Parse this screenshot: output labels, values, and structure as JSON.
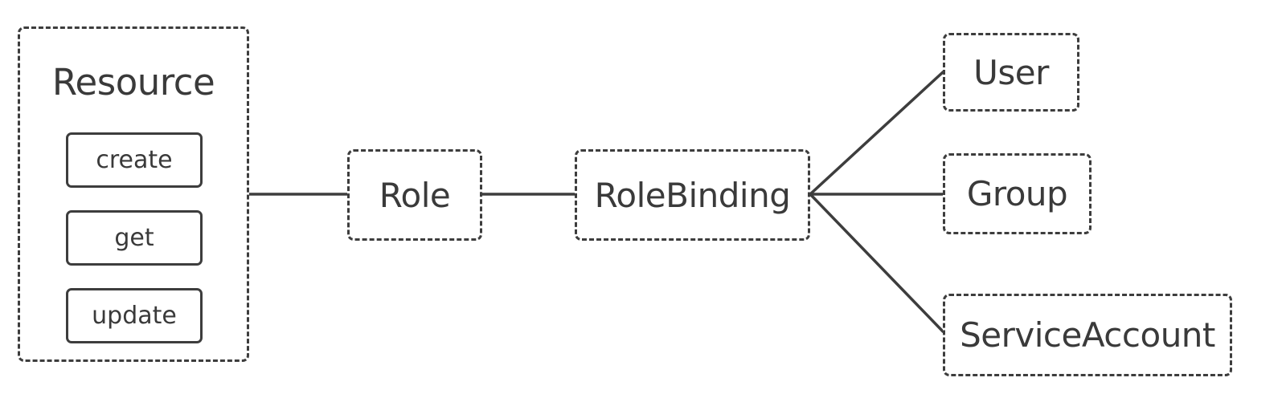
{
  "diagram": {
    "resource": {
      "title": "Resource",
      "actions": [
        "create",
        "get",
        "update"
      ]
    },
    "role": "Role",
    "rolebinding": "RoleBinding",
    "subjects": {
      "user": "User",
      "group": "Group",
      "serviceaccount": "ServiceAccount"
    },
    "style": {
      "border_color": "#3d3d3d",
      "text_color": "#3a3a3a",
      "background": "#ffffff"
    }
  }
}
